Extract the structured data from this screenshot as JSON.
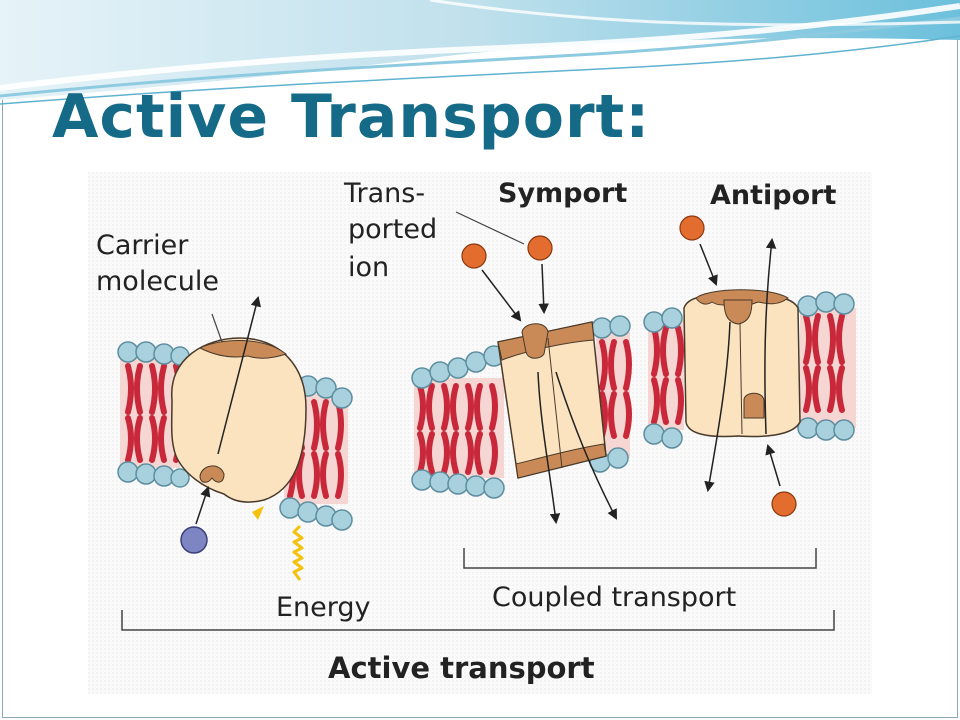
{
  "slide": {
    "title": "Active Transport:"
  },
  "diagram": {
    "labels": {
      "carrier_line1": "Carrier",
      "carrier_line2": "molecule",
      "transported_line1": "Trans-",
      "transported_line2": "ported",
      "transported_line3": "ion",
      "symport": "Symport",
      "antiport": "Antiport",
      "energy": "Energy",
      "coupled_transport": "Coupled transport",
      "active_transport": "Active transport"
    },
    "colors": {
      "title": "#146a87",
      "head": "#a9d1dd",
      "tail": "#c8283a",
      "protein": "#fbe3c0",
      "protein_cap": "#c98a57",
      "ion_orange": "#e36d2e",
      "ion_blue": "#7d86c2",
      "energy": "#f4c20d",
      "membrane_fill": "#f6d6d2"
    }
  }
}
